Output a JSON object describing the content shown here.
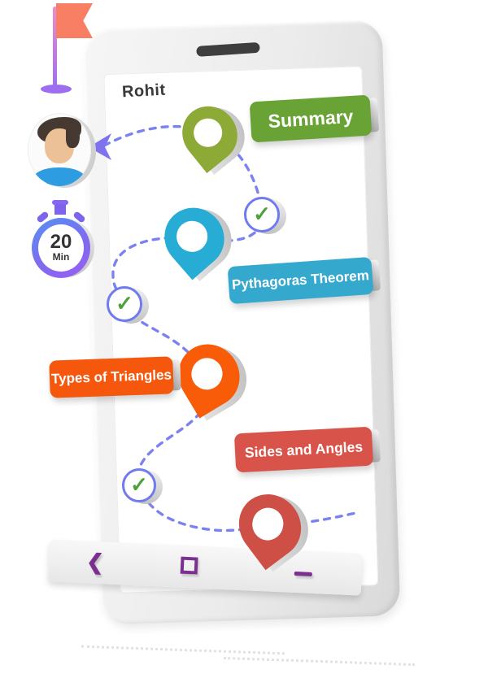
{
  "student": {
    "name": "Rohit"
  },
  "timer": {
    "value": "20",
    "unit": "Min"
  },
  "topics": [
    {
      "label": "Summary",
      "color": "#69a335",
      "pin_color": "#8caa35"
    },
    {
      "label": "Pythagoras Theorem",
      "color": "#35a8cd",
      "pin_color": "#27acd5"
    },
    {
      "label": "Types of Triangles",
      "color": "#f5570d",
      "pin_color": "#f85c09"
    },
    {
      "label": "Sides and Angles",
      "color": "#d8544a",
      "pin_color": "#ce4f45"
    }
  ],
  "check": {
    "glyph": "✓",
    "color": "#4ea03a",
    "ring_color": "#6f7bee"
  },
  "route": {
    "color": "#7b82f0",
    "style": "dashed"
  },
  "flag": {
    "color": "#f87f63",
    "pole_top_color": "#ee8ccd",
    "pole_bottom_color": "#9d6ef0"
  },
  "navbar": {
    "back_glyph": "❮",
    "icons": [
      "back",
      "home",
      "recent"
    ],
    "icon_color": "#7b2f90"
  }
}
